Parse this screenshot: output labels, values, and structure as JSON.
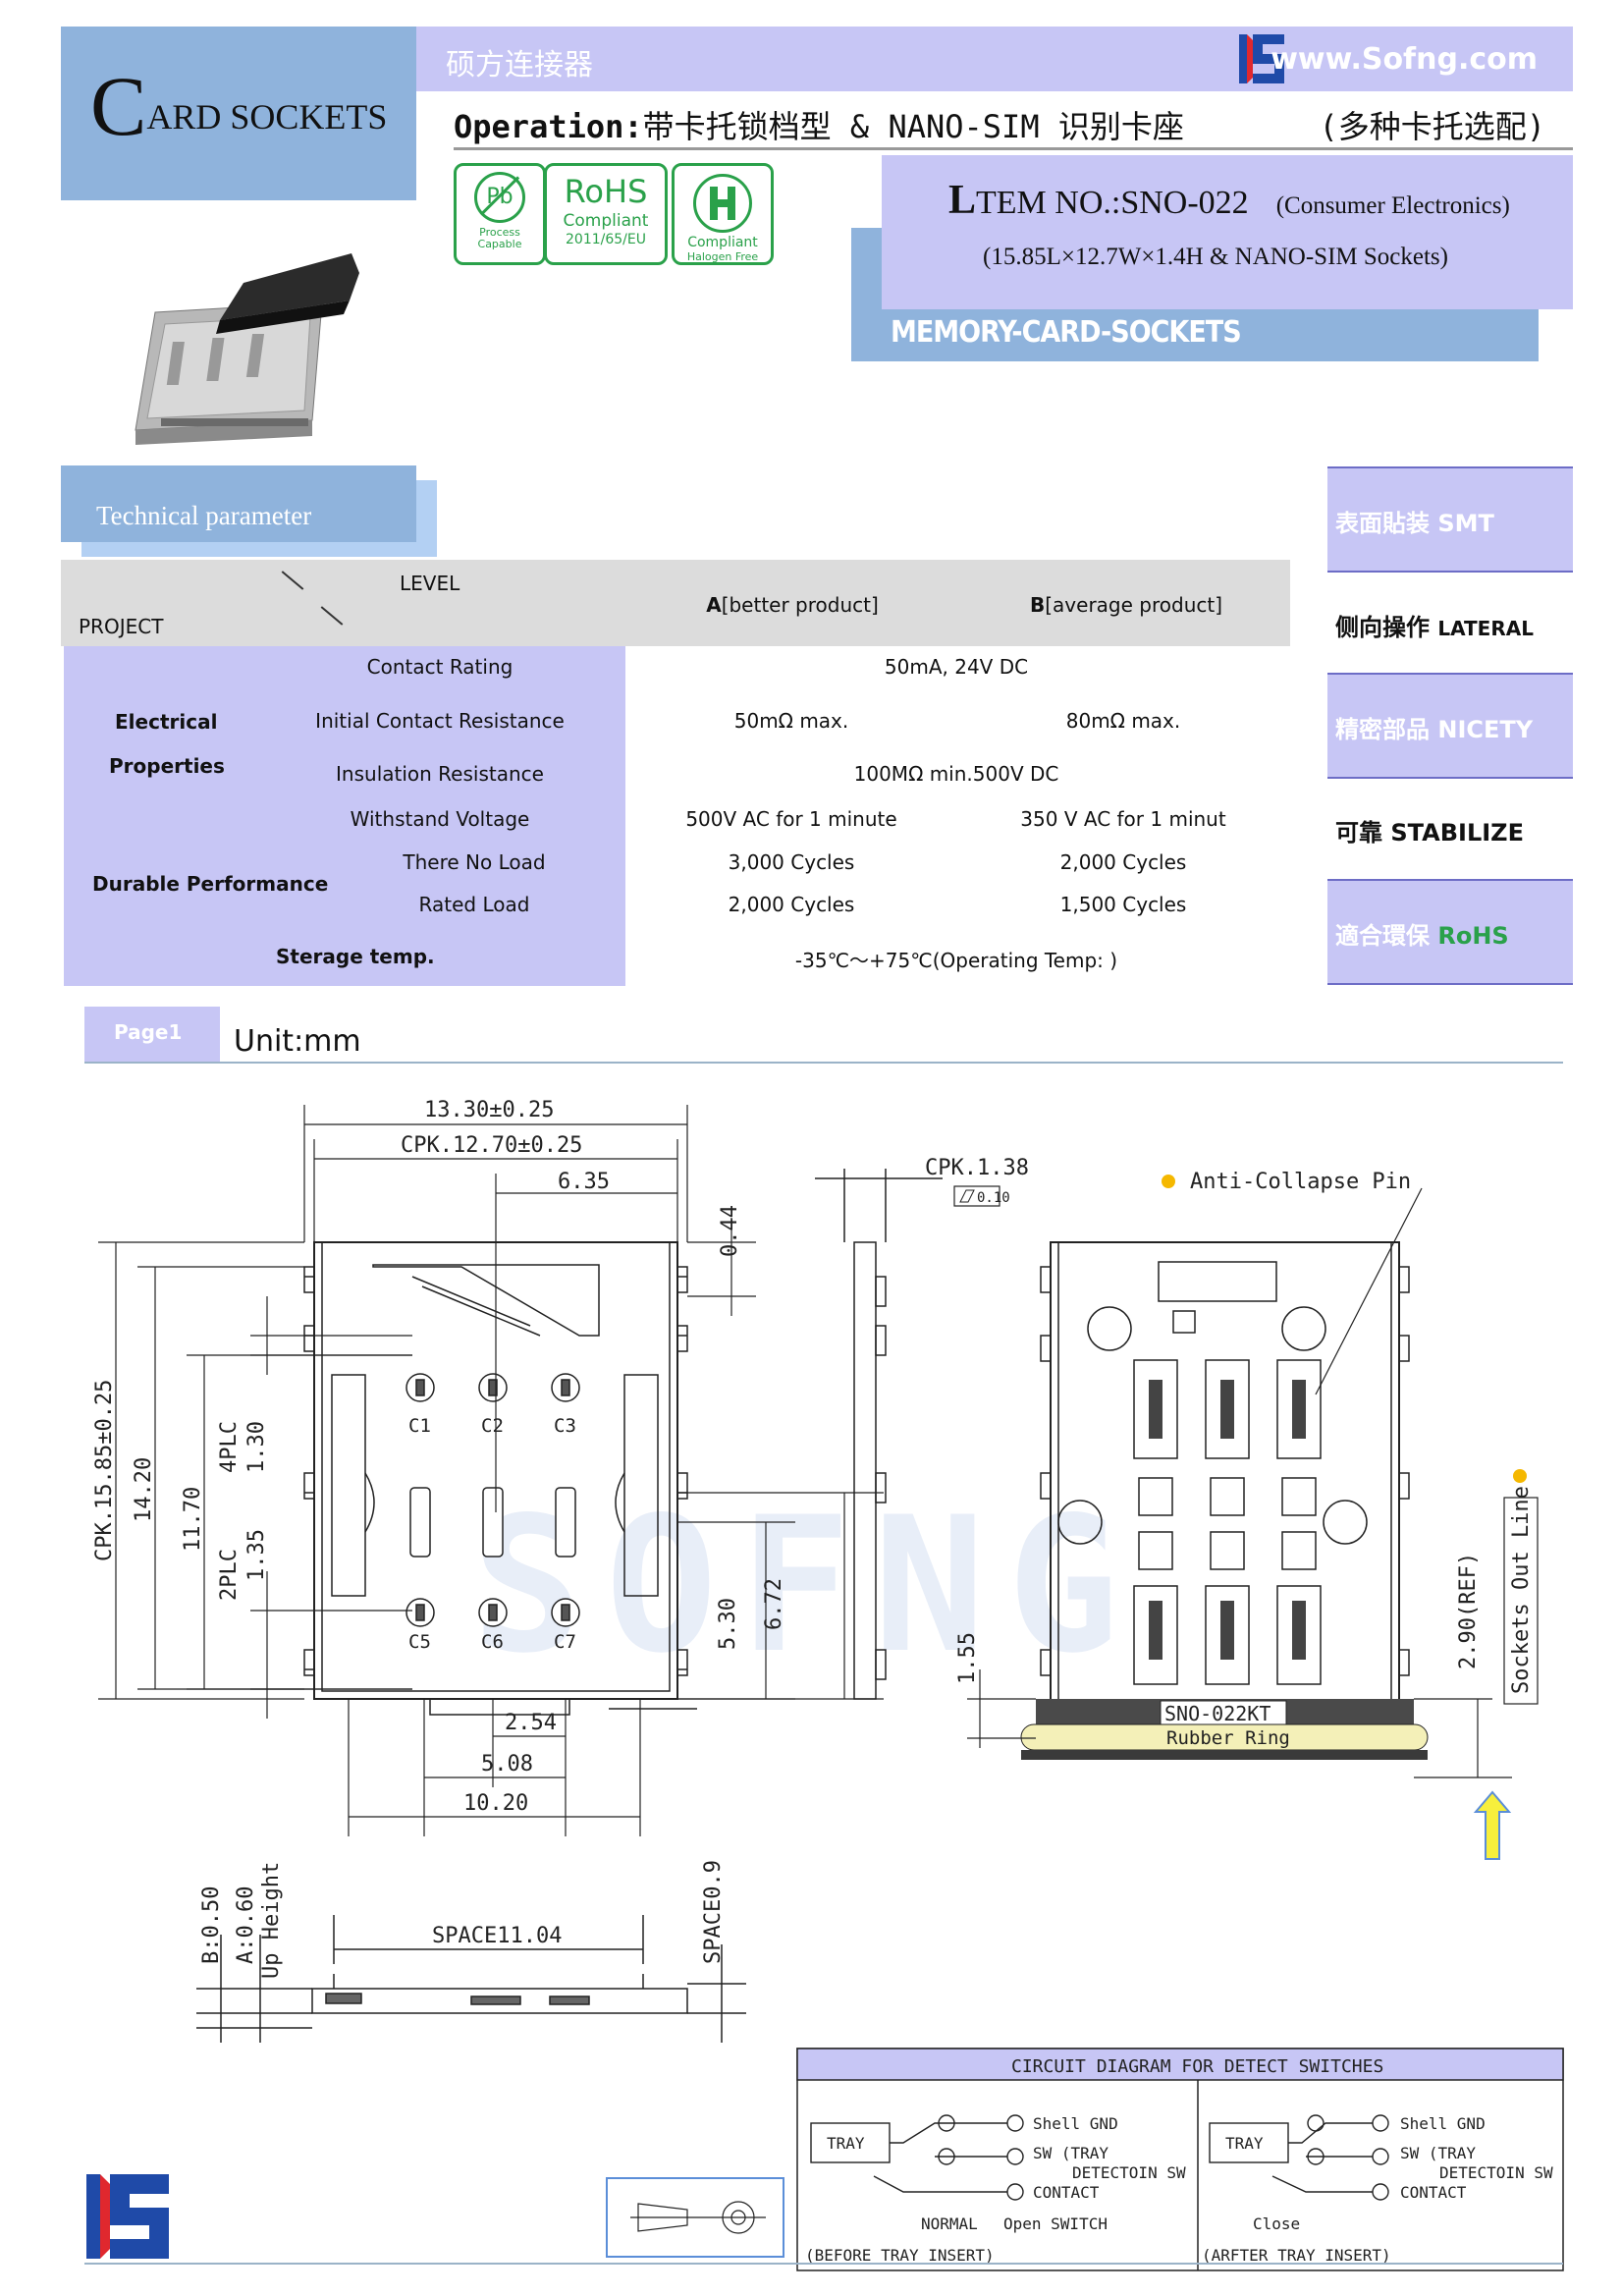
{
  "header": {
    "title_cap": "C",
    "title_rest": "ARD SOCKETS",
    "cn_company": "硕方连接器",
    "website": "www.Sofng.com",
    "operation_label": "Operation:",
    "operation_text": "带卡托锁档型 & NANO-SIM 识别卡座",
    "operation_note": "(多种卡托选配)",
    "item_cap": "L",
    "item_text": "TEM NO.:SNO-022",
    "item_category": "(Consumer Electronics)",
    "item_dims": "(15.85L×12.7W×1.4H & NANO-SIM Sockets)",
    "memory_label": "MEMORY-CARD-SOCKETS"
  },
  "badges": {
    "pb_symbol": "Pb",
    "pb_text1": "Process",
    "pb_text2": "Capable",
    "rohs_title": "RoHS",
    "rohs_line1": "Compliant",
    "rohs_line2": "2011/65/EU",
    "halogen_line1": "Compliant",
    "halogen_line2": "Halogen Free"
  },
  "tech": {
    "title": "Technical parameter",
    "level": "LEVEL",
    "project": "PROJECT",
    "col_a_key": "A",
    "col_a_rest": "[better product]",
    "col_b_key": "B",
    "col_b_rest": "[average product]",
    "electrical": "Electrical",
    "properties": "Properties",
    "durable": "Durable Performance",
    "storage": "Sterage temp.",
    "rows": [
      {
        "label": "Contact Rating",
        "span": "50mA, 24V DC"
      },
      {
        "label": "Initial Contact Resistance",
        "a": "50mΩ max.",
        "b": "80mΩ max."
      },
      {
        "label": "Insulation Resistance",
        "span": "100MΩ min.500V DC"
      },
      {
        "label": "Withstand Voltage",
        "a": "500V AC for 1 minute",
        "b": "350 V AC for 1 minut"
      },
      {
        "label": "There No Load",
        "a": "3,000 Cycles",
        "b": "2,000 Cycles"
      },
      {
        "label": "Rated Load",
        "a": "2,000 Cycles",
        "b": "1,500 Cycles"
      }
    ],
    "storage_value": "-35℃～+75℃(Operating Temp:               )"
  },
  "features": {
    "smt": "表面貼装 SMT",
    "lateral_cn": "侧向操作",
    "lateral_en": "LATERAL",
    "nicety": "精密部品 NICETY",
    "stabilize_cn": "可靠",
    "stabilize_en": "STABILIZE",
    "rohs_cn": "適合環保",
    "rohs_en": "RoHS"
  },
  "drawing": {
    "page_label": "Page1",
    "unit": "Unit:mm",
    "dims": {
      "overall_width": "13.30±0.25",
      "cpk_width": "CPK.12.70±0.25",
      "half_width": "6.35",
      "top_offset": "0.44",
      "cpk_length": "CPK.15.85±0.25",
      "len_1420": "14.20",
      "len_1170": "11.70",
      "pitch_4plc": "4PLC",
      "pitch_130": "1.30",
      "pitch_2plc": "2PLC",
      "pitch_135": "1.35",
      "h_530": "5.30",
      "h_672": "6.72",
      "w_254": "2.54",
      "w_508": "5.08",
      "w_1020": "10.20",
      "side_thick": "CPK.1.38",
      "flatness": "0.10",
      "h_155": "1.55",
      "ref_290": "2.90(REF)",
      "b_050": "B:0.50",
      "a_060": "A:0.60",
      "up_height": "Up Height",
      "space_1104": "SPACE11.04",
      "space_09": "SPACE0.9"
    },
    "contacts": [
      "C1",
      "C2",
      "C3",
      "C5",
      "C6",
      "C7"
    ],
    "anti_collapse": "Anti-Collapse Pin",
    "sockets_out": "Sockets Out Line",
    "part_label": "SNO-022KT",
    "rubber_ring": "Rubber Ring",
    "watermark": "SOFNG"
  },
  "circuit": {
    "title": "CIRCUIT  DIAGRAM  FOR  DETECT  SWITCHES",
    "tray": "TRAY",
    "shell": "Shell  GND",
    "sw_tray": "SW (TRAY",
    "detect": "DETECTOIN  SW",
    "contact": "CONTACT",
    "normal": "NORMAL",
    "open_switch": "Open  SWITCH",
    "close": "Close",
    "before": "(BEFORE  TRAY  INSERT)",
    "after": "(ARFTER  TRAY  INSERT)"
  },
  "colors": {
    "lavender": "#c7c6f5",
    "steel_blue": "#8fb3dc",
    "rohs_green": "#2aa14a",
    "logo_blue": "#1f4aa8",
    "logo_red": "#e0282e"
  }
}
